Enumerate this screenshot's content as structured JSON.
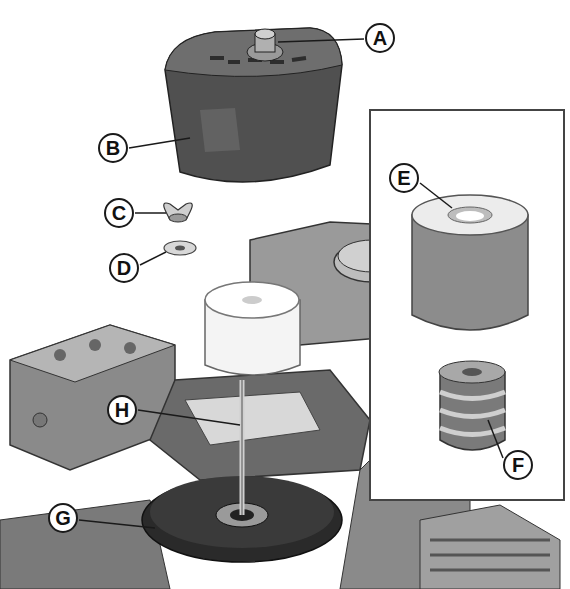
{
  "diagram": {
    "nodes": [
      {
        "text": [
          "A"
        ]
      },
      {
        "text": [
          "B"
        ]
      },
      {
        "text": [
          "C"
        ]
      },
      {
        "text": [
          "D"
        ]
      },
      {
        "text": [
          "E"
        ]
      },
      {
        "text": [
          "F"
        ]
      },
      {
        "text": [
          "G"
        ]
      },
      {
        "text": [
          "H"
        ]
      }
    ]
  }
}
